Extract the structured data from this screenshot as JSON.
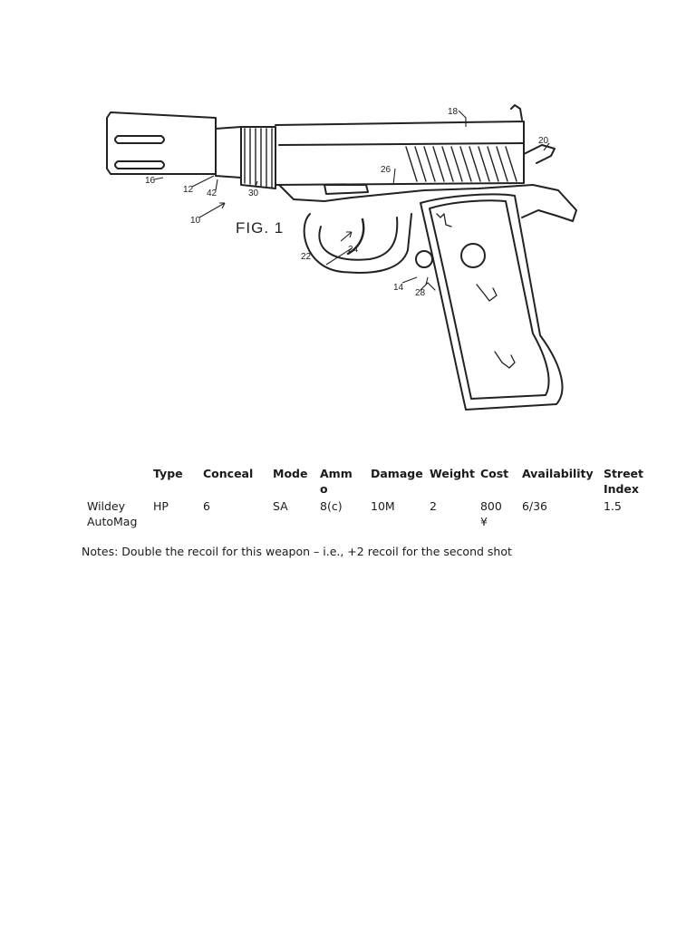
{
  "figure": {
    "caption": "FIG. 1",
    "callouts": [
      "18",
      "20",
      "16",
      "12",
      "42",
      "30",
      "26",
      "10",
      "24",
      "22",
      "14",
      "28"
    ]
  },
  "table": {
    "headers": [
      {
        "line1": "",
        "line2": ""
      },
      {
        "line1": "Type",
        "line2": ""
      },
      {
        "line1": "Conceal",
        "line2": ""
      },
      {
        "line1": "Mode",
        "line2": ""
      },
      {
        "line1": "Amm",
        "line2": "o"
      },
      {
        "line1": "Damage",
        "line2": ""
      },
      {
        "line1": "Weight",
        "line2": ""
      },
      {
        "line1": "Cost",
        "line2": ""
      },
      {
        "line1": "Availability",
        "line2": ""
      },
      {
        "line1": "Street",
        "line2": "Index"
      }
    ],
    "row": [
      {
        "line1": "Wildey",
        "line2": "AutoMag"
      },
      {
        "line1": "HP",
        "line2": ""
      },
      {
        "line1": "6",
        "line2": ""
      },
      {
        "line1": "SA",
        "line2": ""
      },
      {
        "line1": "8(c)",
        "line2": ""
      },
      {
        "line1": "10M",
        "line2": ""
      },
      {
        "line1": "2",
        "line2": ""
      },
      {
        "line1": "800",
        "line2": "¥"
      },
      {
        "line1": "6/36",
        "line2": ""
      },
      {
        "line1": "1.5",
        "line2": ""
      }
    ]
  },
  "notes": "Notes: Double the recoil for this weapon – i.e., +2 recoil for the second shot"
}
